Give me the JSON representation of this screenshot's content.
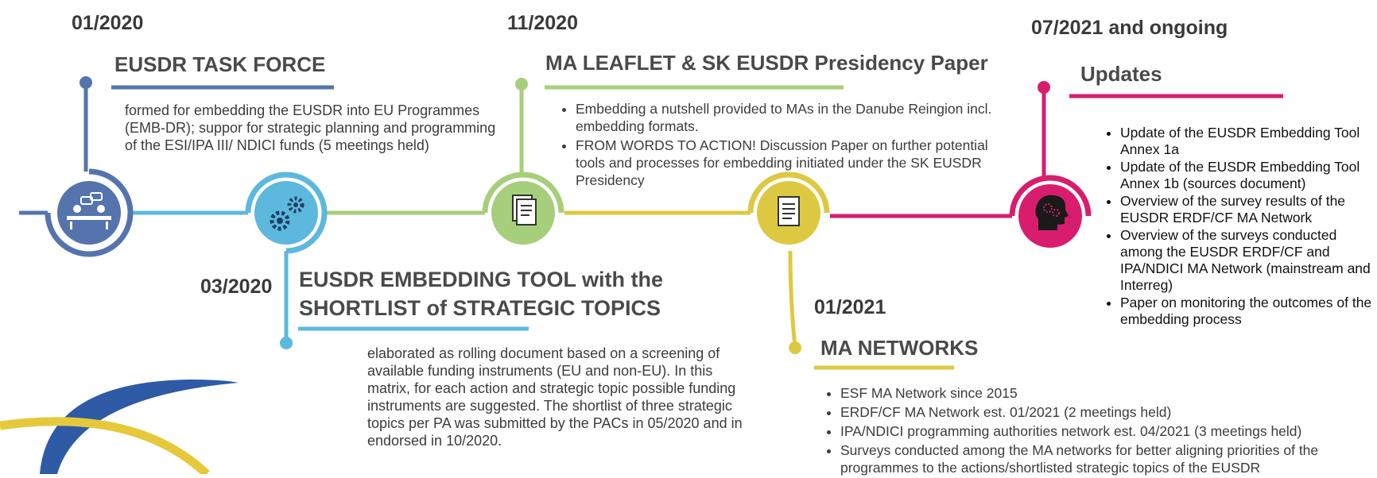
{
  "colors": {
    "task_force": "#5574AD",
    "tool": "#5DB8DE",
    "leaflet": "#A6CF7B",
    "networks": "#DDC941",
    "updates": "#D81D6E",
    "swoosh_blue": "#2E5AA6",
    "swoosh_yellow": "#E5C93A"
  },
  "milestones": [
    {
      "key": "task_force",
      "date": "01/2020",
      "heading": "EUSDR TASK FORCE",
      "text": "formed for embedding the EUSDR into EU Programmes (EMB-DR); suppor for strategic planning and programming of the ESI/IPA III/ NDICI funds (5 meetings held)",
      "icon": "meeting-icon"
    },
    {
      "key": "tool",
      "date": "03/2020",
      "heading_line1": "EUSDR EMBEDDING TOOL with the",
      "heading_line2": "SHORTLIST of STRATEGIC TOPICS",
      "text": "elaborated as rolling document based on a screening of available funding instruments (EU and non-EU). In this matrix, for each action and strategic topic possible funding instruments are suggested. The shortlist of three strategic topics per PA was submitted by the PACs in 05/2020 and in endorsed in 10/2020.",
      "icon": "gears-icon"
    },
    {
      "key": "leaflet",
      "date": "11/2020",
      "heading": "MA LEAFLET & SK EUSDR Presidency Paper",
      "bullets": [
        "Embedding a nutshell provided to MAs in the Danube Reingion incl. embedding formats.",
        "FROM WORDS TO ACTION! Discussion Paper on further potential tools and processes for embedding initiated under the SK EUSDR Presidency"
      ],
      "icon": "documents-icon"
    },
    {
      "key": "networks",
      "date": "01/2021",
      "heading": "MA NETWORKS",
      "bullets": [
        "ESF MA Network since 2015",
        "ERDF/CF MA Network est. 01/2021 (2 meetings held)",
        "IPA/NDICI programming authorities network est. 04/2021 (3 meetings held)",
        "Surveys conducted among the MA networks for better aligning priorities of the programmes to the actions/shortlisted strategic  topics of the EUSDR"
      ],
      "icon": "document-icon"
    },
    {
      "key": "updates",
      "date": "07/2021 and ongoing",
      "heading": "Updates",
      "bullets": [
        "Update of the EUSDR Embedding Tool Annex 1a",
        "Update of the EUSDR Embedding Tool Annex 1b (sources document)",
        "Overview of the survey results of the EUSDR ERDF/CF MA Network",
        "Overview of the surveys conducted among the EUSDR ERDF/CF and IPA/NDICI MA Network (mainstream and Interreg)",
        "Paper on monitoring the outcomes of the embedding process"
      ],
      "icon": "head-gears-icon"
    }
  ]
}
